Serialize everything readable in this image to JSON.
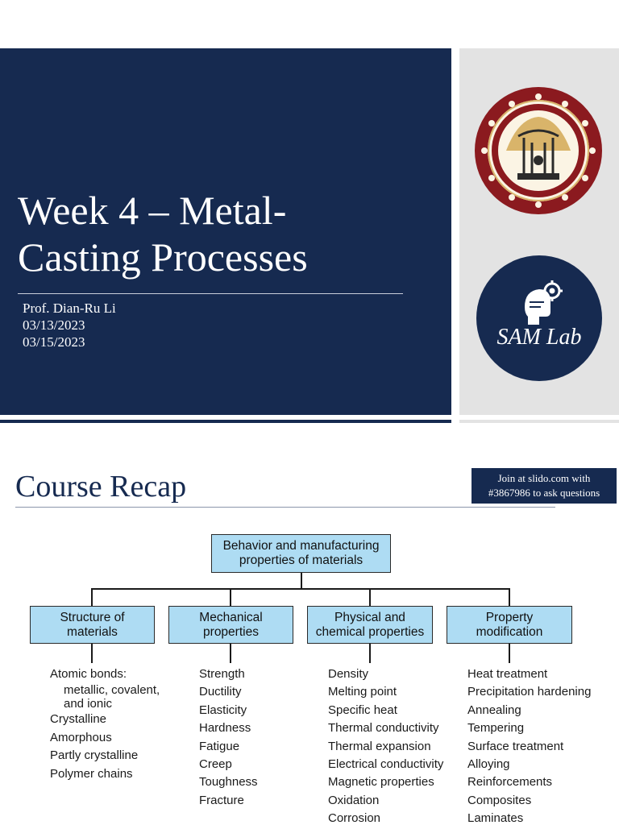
{
  "slide1": {
    "title_line1": "Week 4 – Metal-",
    "title_line2": "Casting Processes",
    "professor": "Prof. Dian-Ru Li",
    "dates": [
      "03/13/2023",
      "03/15/2023"
    ],
    "lab_name": "SAM Lab",
    "colors": {
      "navy": "#162a50",
      "panel_gray": "#e3e3e3",
      "seal_red": "#8b1a1f",
      "seal_gold": "#d9b46a"
    },
    "icons": [
      "university-seal-icon",
      "robot-head-gear-icon"
    ]
  },
  "slide2": {
    "title": "Course Recap",
    "slido_line1": "Join at slido.com with",
    "slido_line2": "#3867986 to ask questions",
    "diagram": {
      "root_line1": "Behavior and manufacturing",
      "root_line2": "properties of materials",
      "categories": [
        {
          "line1": "Structure of",
          "line2": "materials",
          "items": [
            "Atomic bonds:",
            "metallic, covalent,",
            "and ionic",
            "Crystalline",
            "Amorphous",
            "Partly crystalline",
            "Polymer chains"
          ]
        },
        {
          "line1": "Mechanical",
          "line2": "properties",
          "items": [
            "Strength",
            "Ductility",
            "Elasticity",
            "Hardness",
            "Fatigue",
            "Creep",
            "Toughness",
            "Fracture"
          ]
        },
        {
          "line1": "Physical and",
          "line2": "chemical properties",
          "items": [
            "Density",
            "Melting point",
            "Specific heat",
            "Thermal conductivity",
            "Thermal expansion",
            "Electrical conductivity",
            "Magnetic properties",
            "Oxidation",
            "Corrosion"
          ]
        },
        {
          "line1": "Property",
          "line2": "modification",
          "items": [
            "Heat treatment",
            "Precipitation hardening",
            "Annealing",
            "Tempering",
            "Surface treatment",
            "Alloying",
            "Reinforcements",
            "Composites",
            "Laminates"
          ]
        }
      ],
      "box_color": "#aedcf3"
    }
  }
}
